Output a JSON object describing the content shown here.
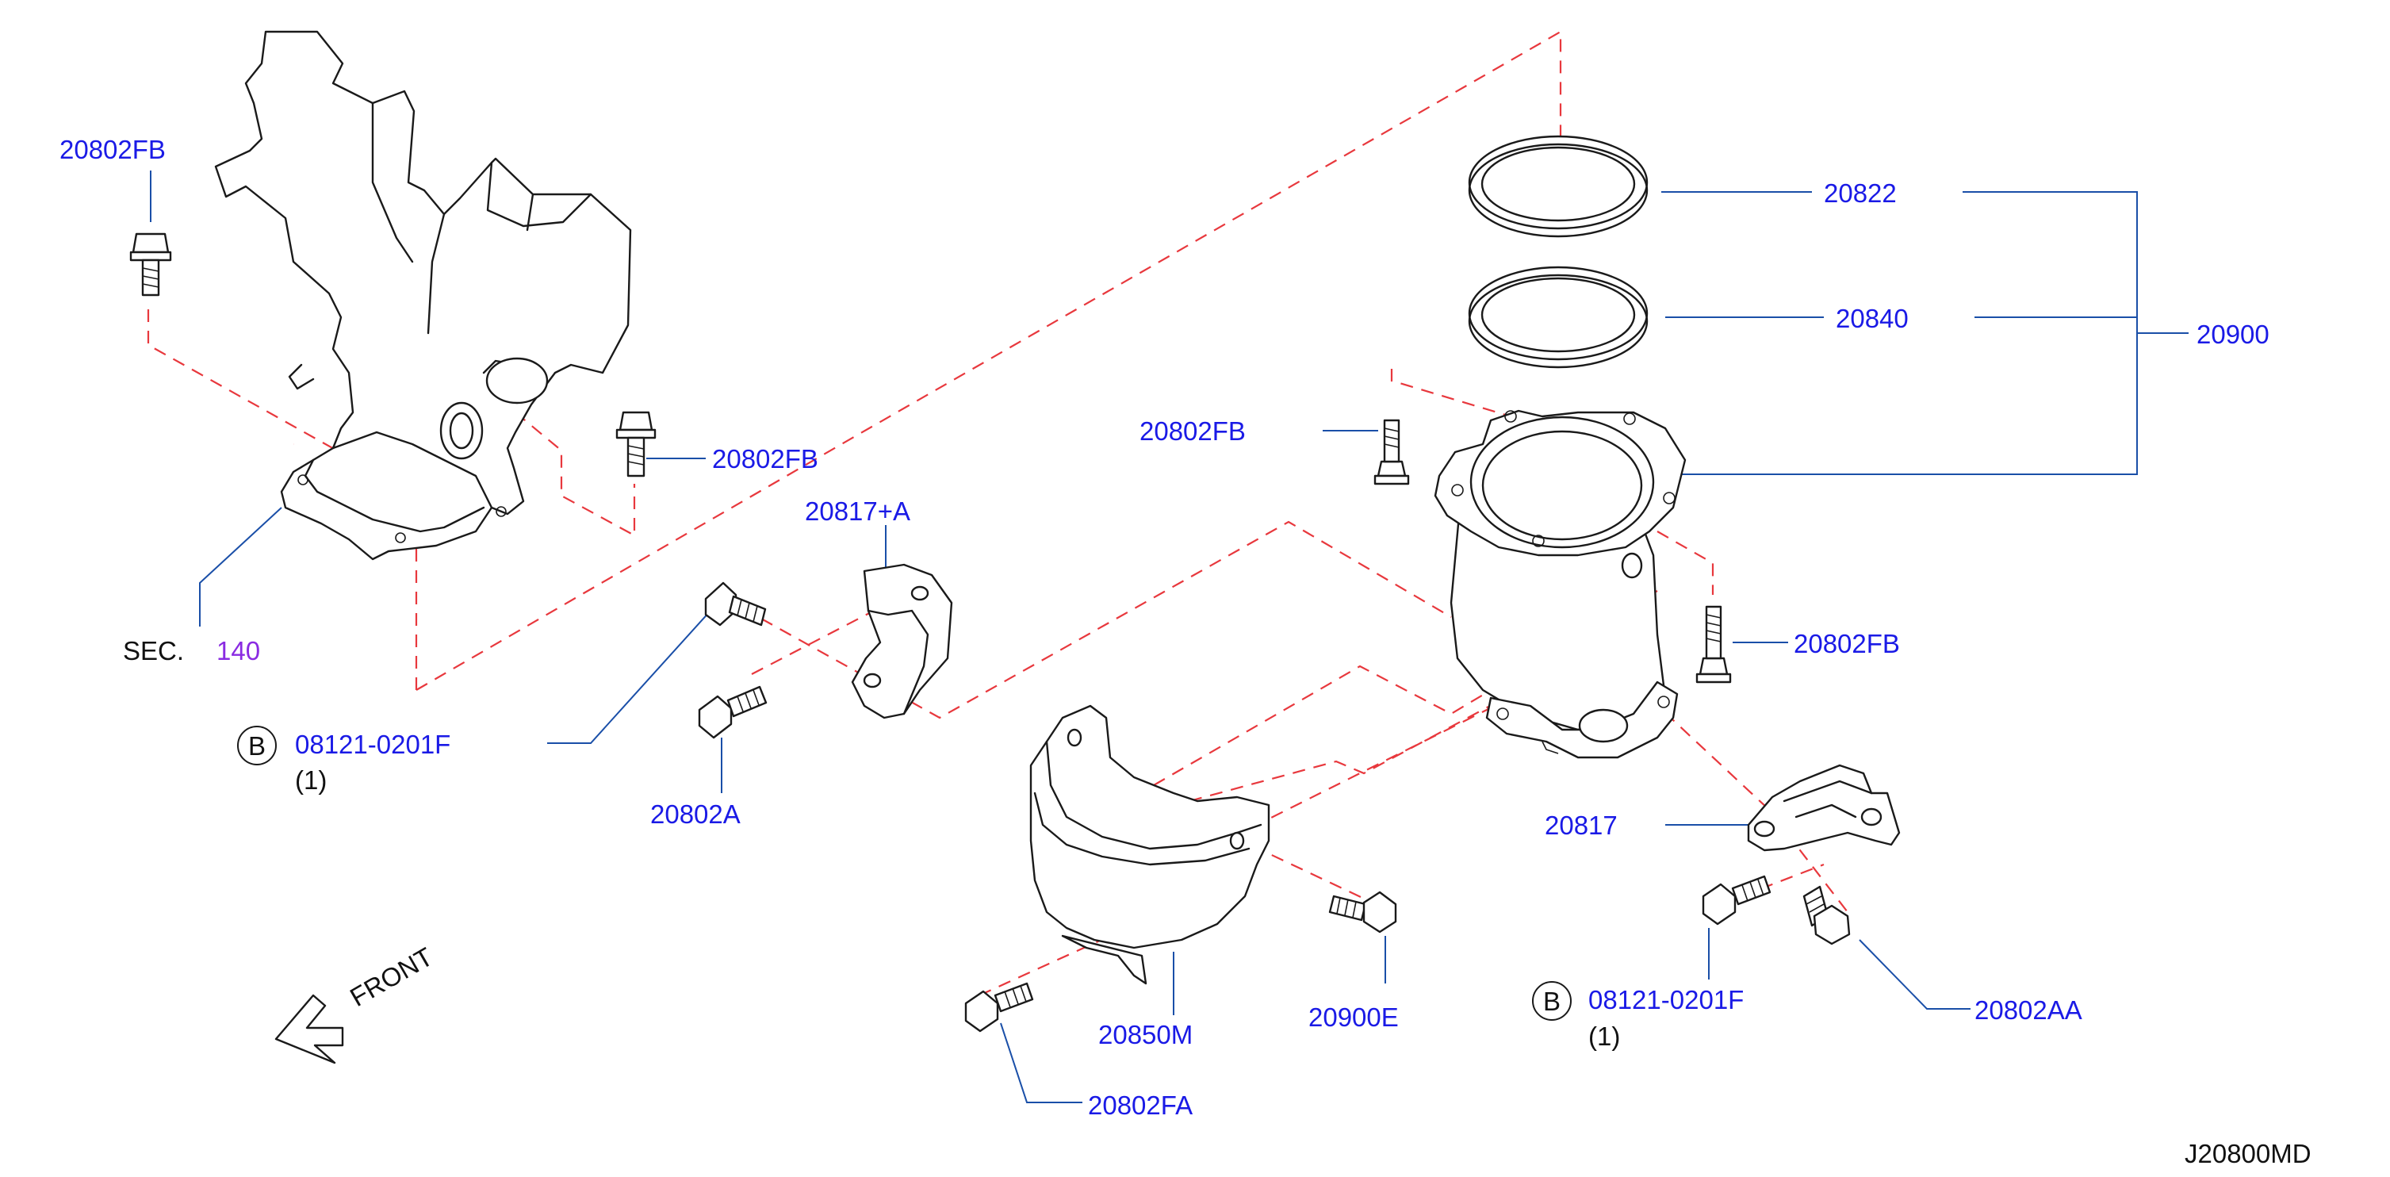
{
  "labels": {
    "p20802fb_topleft": "20802FB",
    "p20802fb_manifold": "20802FB",
    "p20802fb_right": "20802FB",
    "p20802fb_lower": "20802FB",
    "p20817a": "20817+A",
    "sec": "SEC.",
    "sec_num": "140",
    "circle_b1": "B",
    "bolt_b1": "08121-0201F",
    "qty_b1": "(1)",
    "p20802a": "20802A",
    "p20822": "20822",
    "p20840": "20840",
    "p20900": "20900",
    "p20817": "20817",
    "circle_b2": "B",
    "bolt_b2": "08121-0201F",
    "qty_b2": "(1)",
    "p20802aa": "20802AA",
    "p20850m": "20850M",
    "p20900e": "20900E",
    "p20802fa": "20802FA",
    "front": "FRONT",
    "diagram_id": "J20800MD"
  },
  "colors": {
    "part_number": "#1a1ae6",
    "section_ref": "#8a2be2",
    "leader_line": "#1a4fa8",
    "dashed_line": "#e8383d",
    "outline": "#1a1a1a"
  }
}
